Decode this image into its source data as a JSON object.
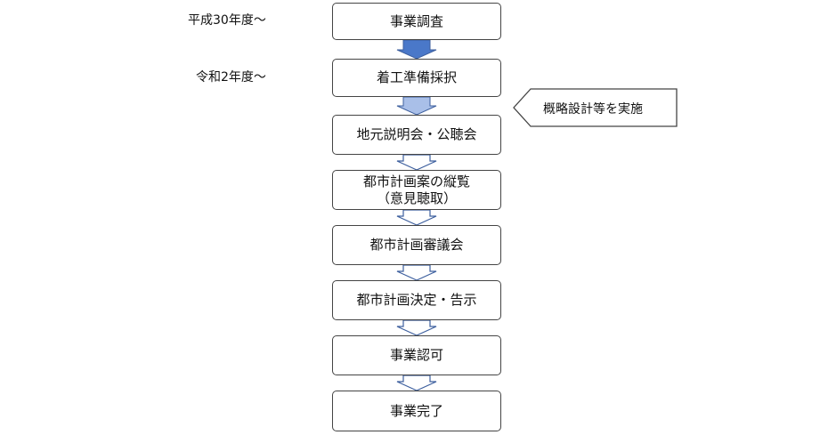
{
  "years": {
    "heisei30": "平成30年度～",
    "reiwa2": "令和2年度～"
  },
  "steps": [
    "事業調査",
    "着工準備採択",
    "地元説明会・公聴会",
    "都市計画案の縦覧\n（意見聴取）",
    "都市計画審議会",
    "都市計画決定・告示",
    "事業認可",
    "事業完了"
  ],
  "callout": "概略設計等を実施",
  "colors": {
    "arrow_done": "#4a78c9",
    "arrow_current": "#a9bfe8",
    "arrow_future": "#ffffff",
    "arrow_stroke": "#3d5f9e",
    "box_border": "#444444"
  }
}
